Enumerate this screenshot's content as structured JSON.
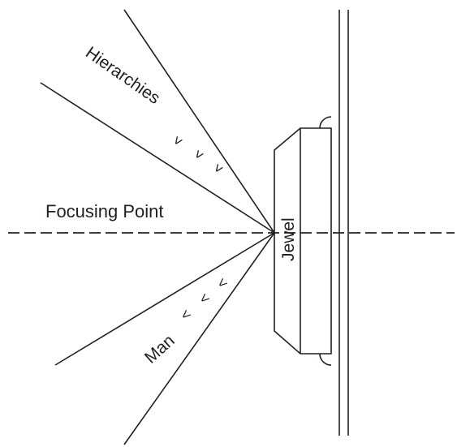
{
  "labels": {
    "hierarchies": "Hierarchies",
    "hierarchy_arrows": [
      "˅",
      "˅",
      "˅"
    ],
    "focusing_point": "Focusing Point",
    "jewel": "Jewel",
    "man": "Man",
    "man_arrows": [
      "<",
      "<",
      "<"
    ]
  },
  "colors": {
    "line": "#231f20",
    "background": "#ffffff"
  }
}
